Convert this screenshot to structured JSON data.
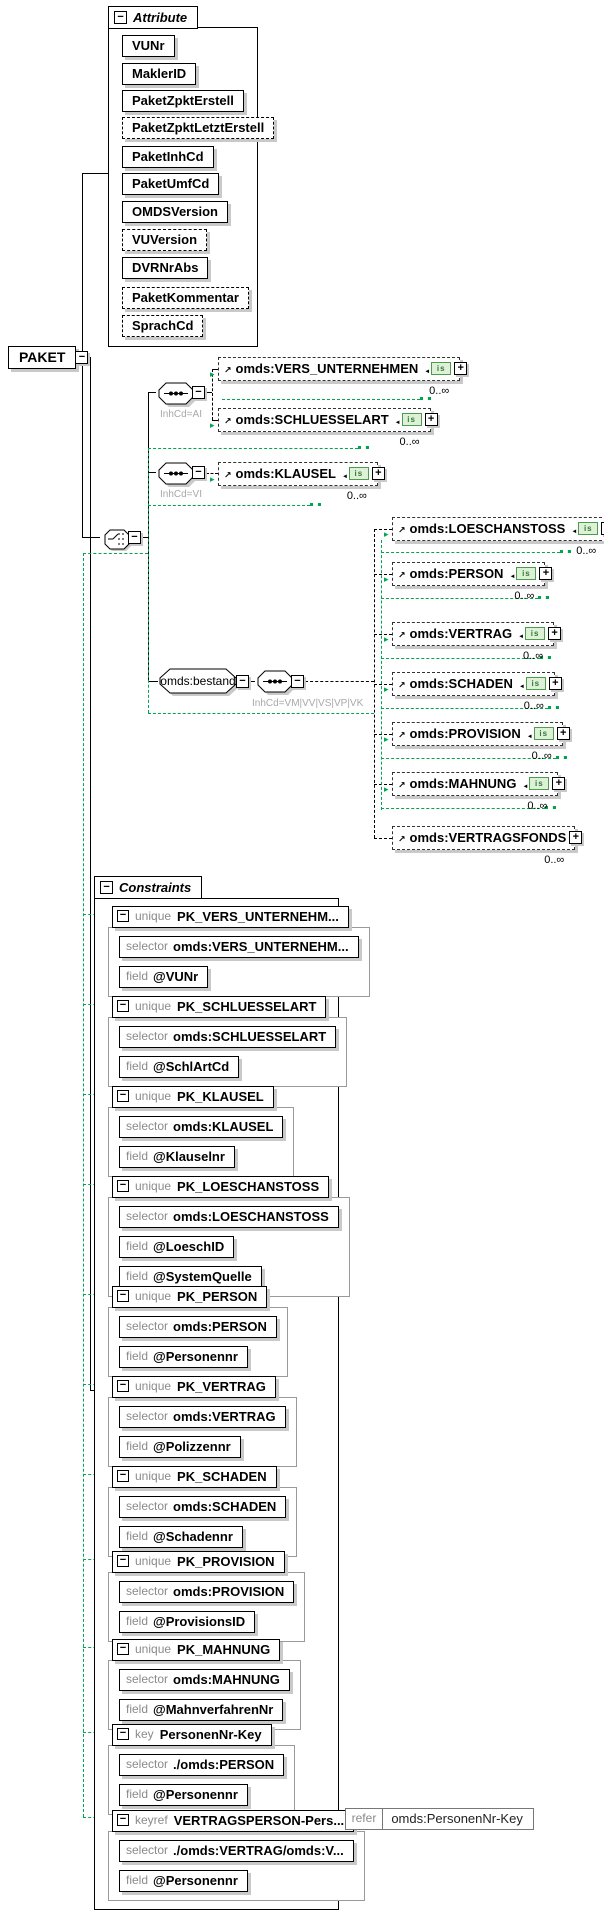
{
  "colors": {
    "link_green": "#00A550",
    "shadow_gray": "#c9c9c9",
    "annotation_gray": "#a8a8a8",
    "keyword_gray": "#8a8a8a",
    "badge_green_bg": "#dff0d8",
    "badge_green_border": "#4a9e4a"
  },
  "root_element": {
    "label": "PAKET"
  },
  "attribute_section": {
    "title": "Attribute",
    "items": [
      {
        "name": "VUNr",
        "optional": false
      },
      {
        "name": "MaklerID",
        "optional": false
      },
      {
        "name": "PaketZpktErstell",
        "optional": false
      },
      {
        "name": "PaketZpktLetztErstell",
        "optional": true
      },
      {
        "name": "PaketInhCd",
        "optional": false
      },
      {
        "name": "PaketUmfCd",
        "optional": false
      },
      {
        "name": "OMDSVersion",
        "optional": false
      },
      {
        "name": "VUVersion",
        "optional": true
      },
      {
        "name": "DVRNrAbs",
        "optional": false
      },
      {
        "name": "PaketKommentar",
        "optional": true
      },
      {
        "name": "SprachCd",
        "optional": true
      }
    ]
  },
  "compositors": {
    "sequence_ai_note": "InhCd=AI",
    "sequence_vi_note": "InhCd=VI",
    "bestand_label": "omds:bestand",
    "bestand_note": "InhCd=VM|VV|VS|VP|VK"
  },
  "elements": {
    "badge_label": "is",
    "occurrence": "0..∞",
    "left": [
      {
        "name": "omds:VERS_UNTERNEHMEN"
      },
      {
        "name": "omds:SCHLUESSELART"
      },
      {
        "name": "omds:KLAUSEL"
      }
    ],
    "right": [
      {
        "name": "omds:LOESCHANSTOSS"
      },
      {
        "name": "omds:PERSON"
      },
      {
        "name": "omds:VERTRAG"
      },
      {
        "name": "omds:SCHADEN"
      },
      {
        "name": "omds:PROVISION"
      },
      {
        "name": "omds:MAHNUNG"
      },
      {
        "name": "omds:VERTRAGSFONDS"
      }
    ]
  },
  "keywords": {
    "selector": "selector",
    "field": "field"
  },
  "constraints_section": {
    "title": "Constraints",
    "items": [
      {
        "kw": "unique",
        "name": "PK_VERS_UNTERNEHM...",
        "selector": "omds:VERS_UNTERNEHM...",
        "fields": [
          "@VUNr"
        ]
      },
      {
        "kw": "unique",
        "name": "PK_SCHLUESSELART",
        "selector": "omds:SCHLUESSELART",
        "fields": [
          "@SchlArtCd"
        ]
      },
      {
        "kw": "unique",
        "name": "PK_KLAUSEL",
        "selector": "omds:KLAUSEL",
        "fields": [
          "@Klauselnr"
        ]
      },
      {
        "kw": "unique",
        "name": "PK_LOESCHANSTOSS",
        "selector": "omds:LOESCHANSTOSS",
        "fields": [
          "@LoeschID",
          "@SystemQuelle"
        ]
      },
      {
        "kw": "unique",
        "name": "PK_PERSON",
        "selector": "omds:PERSON",
        "fields": [
          "@Personennr"
        ]
      },
      {
        "kw": "unique",
        "name": "PK_VERTRAG",
        "selector": "omds:VERTRAG",
        "fields": [
          "@Polizzennr"
        ]
      },
      {
        "kw": "unique",
        "name": "PK_SCHADEN",
        "selector": "omds:SCHADEN",
        "fields": [
          "@Schadennr"
        ]
      },
      {
        "kw": "unique",
        "name": "PK_PROVISION",
        "selector": "omds:PROVISION",
        "fields": [
          "@ProvisionsID"
        ]
      },
      {
        "kw": "unique",
        "name": "PK_MAHNUNG",
        "selector": "omds:MAHNUNG",
        "fields": [
          "@MahnverfahrenNr"
        ]
      },
      {
        "kw": "key",
        "name": "PersonenNr-Key",
        "selector": "./omds:PERSON",
        "fields": [
          "@Personennr"
        ]
      },
      {
        "kw": "keyref",
        "name": "VERTRAGSPERSON-Pers...",
        "refer_kw": "refer",
        "refer": "omds:PersonenNr-Key",
        "selector": "./omds:VERTRAG/omds:V...",
        "fields": [
          "@Personennr"
        ]
      }
    ]
  }
}
